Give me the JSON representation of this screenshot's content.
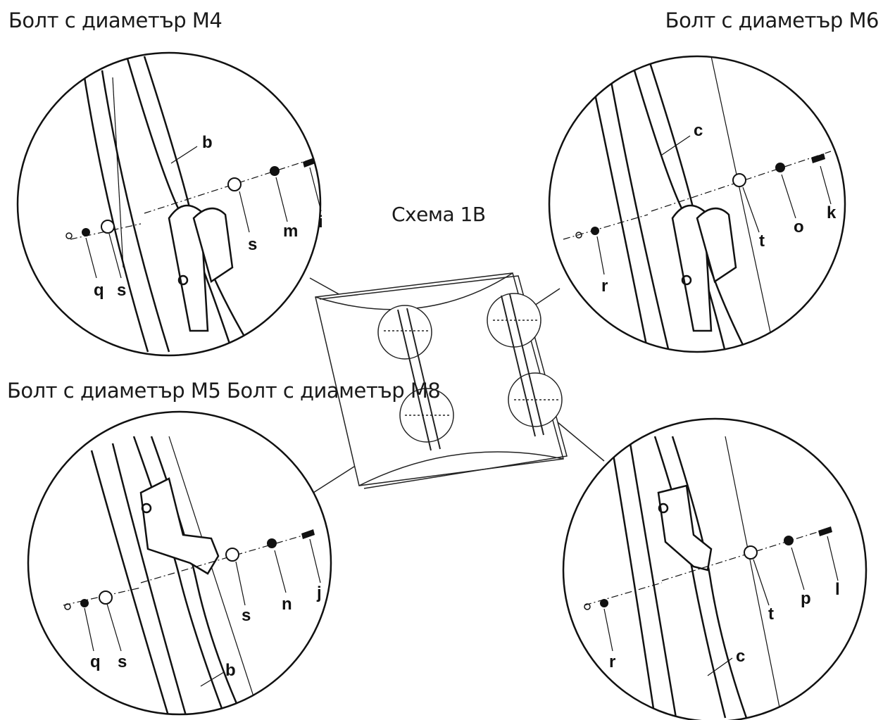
{
  "captions": {
    "top_left": "Болт с диаметър М4",
    "top_right": "Болт с диаметър М6",
    "middle_left": "Болт с диаметър М5 Болт с диаметър М8",
    "scheme": "Схема 1B"
  },
  "labels": {
    "tl": {
      "b": "b",
      "s1": "s",
      "m": "m",
      "i": "i",
      "q": "q",
      "s2": "s"
    },
    "tr": {
      "c": "c",
      "t": "t",
      "o": "o",
      "k": "k",
      "r": "r"
    },
    "bl": {
      "s1": "s",
      "n": "n",
      "j": "j",
      "q": "q",
      "s2": "s",
      "b": "b"
    },
    "br": {
      "t": "t",
      "p": "p",
      "l": "l",
      "r": "r",
      "c": "c"
    }
  }
}
